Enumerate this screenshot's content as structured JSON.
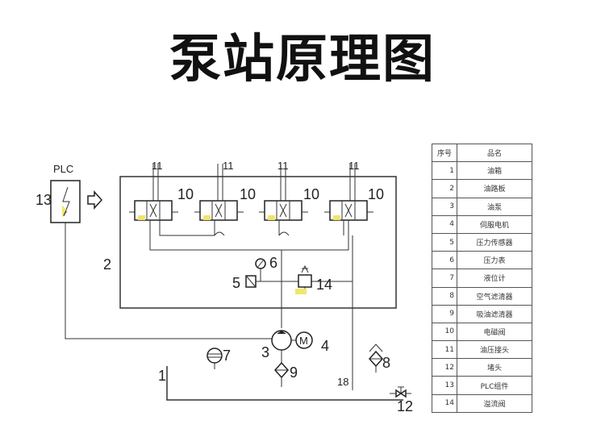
{
  "title": "泵站原理图",
  "diagram": {
    "plc_label": "PLC",
    "callouts": {
      "plc_unit": "13",
      "manifold_frame": "2",
      "pump": "3",
      "motor": "4",
      "oil_path_block": "5",
      "pressure_gauge": "6",
      "level_gauge": "7",
      "air_filter": "8",
      "suction_filter": "9",
      "tank": "1",
      "return_line": "18",
      "drain_plug": "12",
      "relief_valve": "14",
      "valves": [
        "10",
        "10",
        "10",
        "10"
      ],
      "ports": [
        "11",
        "11",
        "11",
        "11"
      ]
    },
    "motor_symbol": "M"
  },
  "parts_table": {
    "headers": [
      "序号",
      "品名"
    ],
    "rows": [
      [
        "1",
        "油箱"
      ],
      [
        "2",
        "油路板"
      ],
      [
        "3",
        "油泵"
      ],
      [
        "4",
        "伺服电机"
      ],
      [
        "5",
        "压力传感器"
      ],
      [
        "6",
        "压力表"
      ],
      [
        "7",
        "液位计"
      ],
      [
        "8",
        "空气滤清器"
      ],
      [
        "9",
        "吸油滤清器"
      ],
      [
        "10",
        "电磁阀"
      ],
      [
        "11",
        "油压接头"
      ],
      [
        "12",
        "堵头"
      ],
      [
        "13",
        "PLC组件"
      ],
      [
        "14",
        "溢流阀"
      ]
    ]
  }
}
